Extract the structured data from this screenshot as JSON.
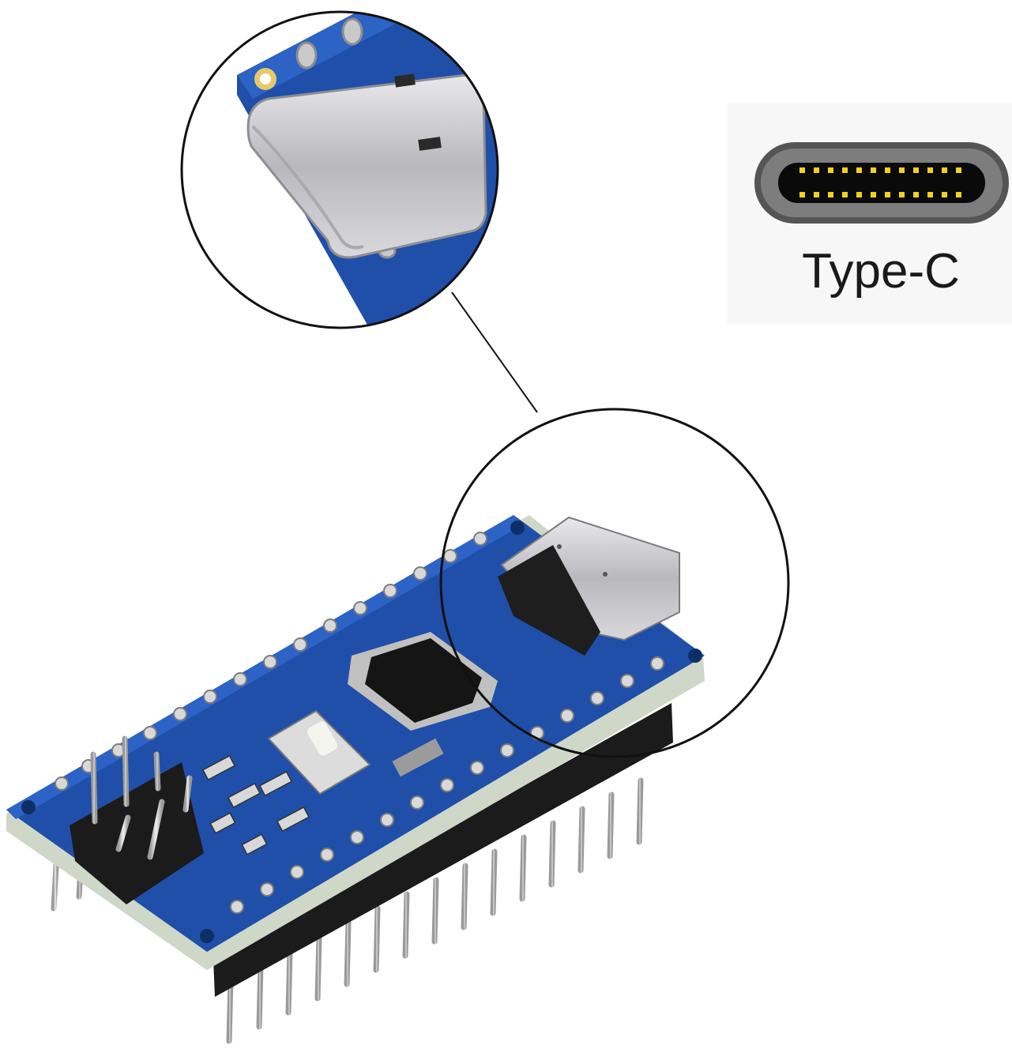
{
  "connector_label": "Type-C",
  "colors": {
    "pcb": "#1f4fa8",
    "pcb_dark": "#163c85",
    "connector_metal": "#c8c8cc",
    "pin_gold": "#f2d21c",
    "header_black": "#1b1b1b"
  },
  "icons": [
    "usb-type-c-port-icon",
    "magnifier-circle",
    "nano-board",
    "atmega-chip"
  ]
}
